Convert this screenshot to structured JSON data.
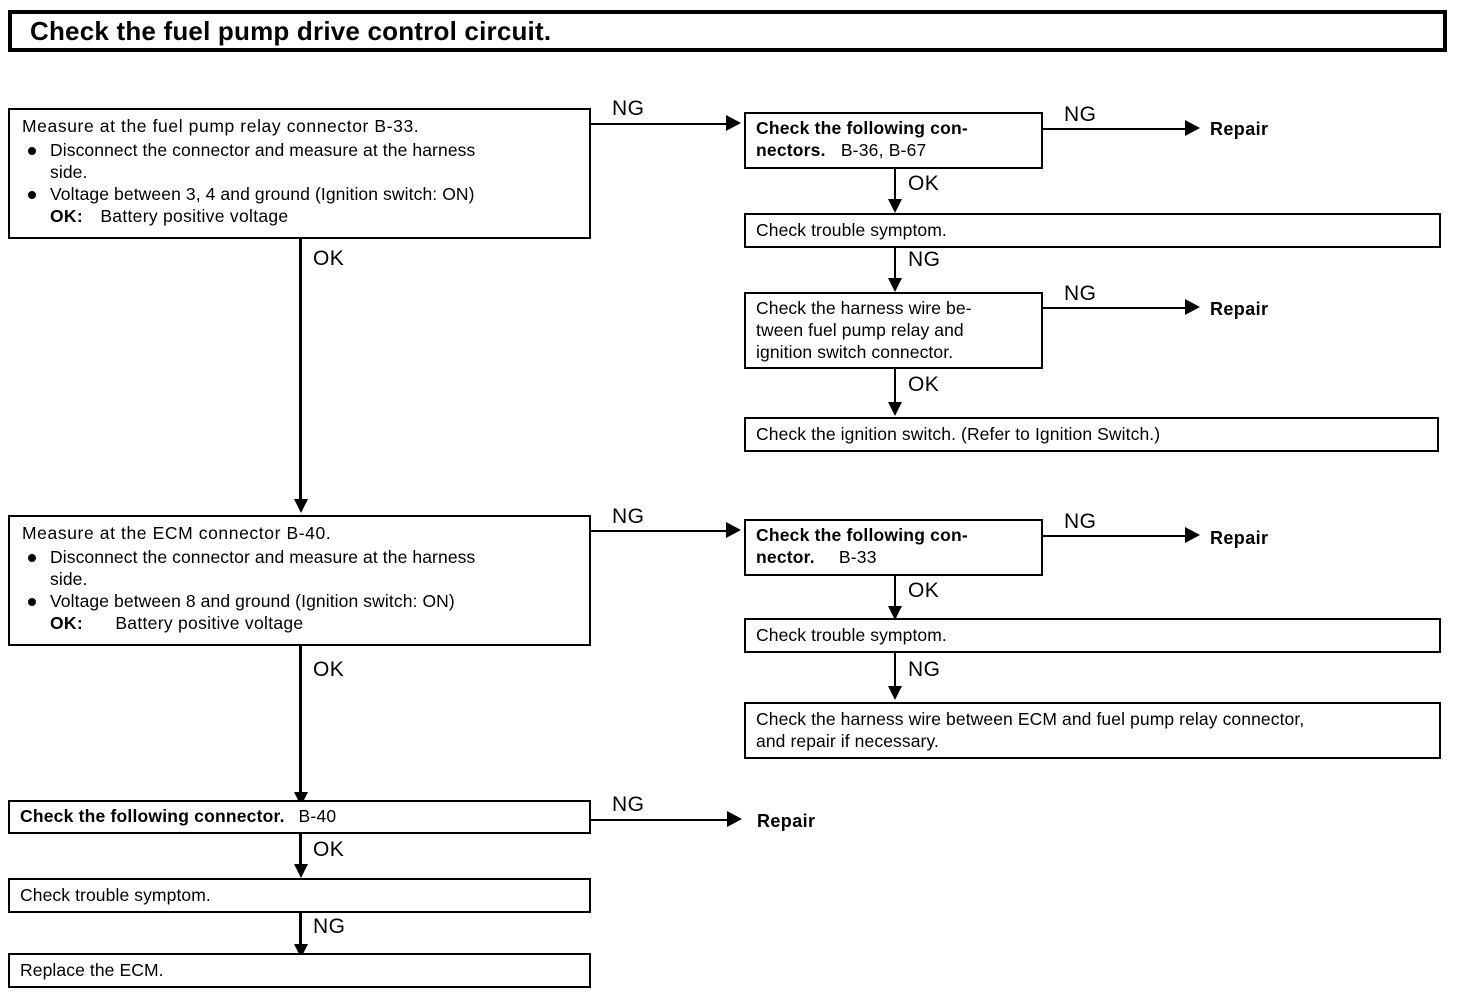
{
  "title": {
    "text": "Check the fuel pump drive control circuit."
  },
  "boxes": {
    "measure_relay": {
      "heading": "Measure at the fuel pump relay connector B-33.",
      "bullet1": "Disconnect the connector and measure at the harness",
      "bullet1_cont": "side.",
      "bullet2": "Voltage between 3, 4 and ground (Ignition switch: ON)",
      "ok_label": "OK:",
      "ok_value": "Battery positive voltage"
    },
    "measure_ecm": {
      "heading": "Measure at the ECM connector B-40.",
      "bullet1": "Disconnect the connector and measure at the harness",
      "bullet1_cont": "side.",
      "bullet2": "Voltage between 8 and ground (Ignition switch: ON)",
      "ok_label": "OK:",
      "ok_value": "Battery positive voltage"
    },
    "check_connectors_b36_b67": {
      "bold_line1": "Check the following con-",
      "bold_line2": "nectors.",
      "codes": "B-36, B-67"
    },
    "check_trouble_symptom_1": {
      "text": "Check trouble symptom."
    },
    "check_harness_relay_ignition": {
      "line1": "Check the harness wire be-",
      "line2": "tween fuel pump relay and",
      "line3": "ignition switch connector."
    },
    "check_ignition_switch": {
      "text": "Check the ignition switch. (Refer to Ignition Switch.)"
    },
    "check_connector_b33": {
      "bold_line1": "Check the following con-",
      "bold_line2": "nector.",
      "codes": "B-33"
    },
    "check_trouble_symptom_2": {
      "text": "Check trouble symptom."
    },
    "check_harness_ecm_relay": {
      "line1": "Check the harness wire between ECM and fuel pump relay connector,",
      "line2": "and repair if necessary."
    },
    "check_connector_b40": {
      "bold_text": "Check the following connector.",
      "codes": "B-40"
    },
    "check_trouble_symptom_3": {
      "text": "Check trouble symptom."
    },
    "replace_ecm": {
      "text": "Replace the ECM."
    }
  },
  "edge_labels": {
    "ng_relay_to_connectors": "NG",
    "ok_relay_to_ecm": "OK",
    "ng_connectors_to_repair": "NG",
    "ok_connectors_to_symptom": "OK",
    "ng_symptom_to_harness": "NG",
    "ng_harness_to_repair": "NG",
    "ok_harness_to_ignition": "OK",
    "ng_ecm_to_connector": "NG",
    "ok_ecm_to_b40": "OK",
    "ng_connector_to_repair2": "NG",
    "ok_connector_to_symptom2": "OK",
    "ng_symptom2_to_harness2": "NG",
    "ng_b40_to_repair3": "NG",
    "ok_b40_to_symptom3": "OK",
    "ng_symptom3_to_replace": "NG"
  },
  "repairs": {
    "repair_1": "Repair",
    "repair_2": "Repair",
    "repair_3": "Repair",
    "repair_4": "Repair"
  },
  "colors": {
    "ink": "#000000",
    "paper": "#ffffff"
  }
}
